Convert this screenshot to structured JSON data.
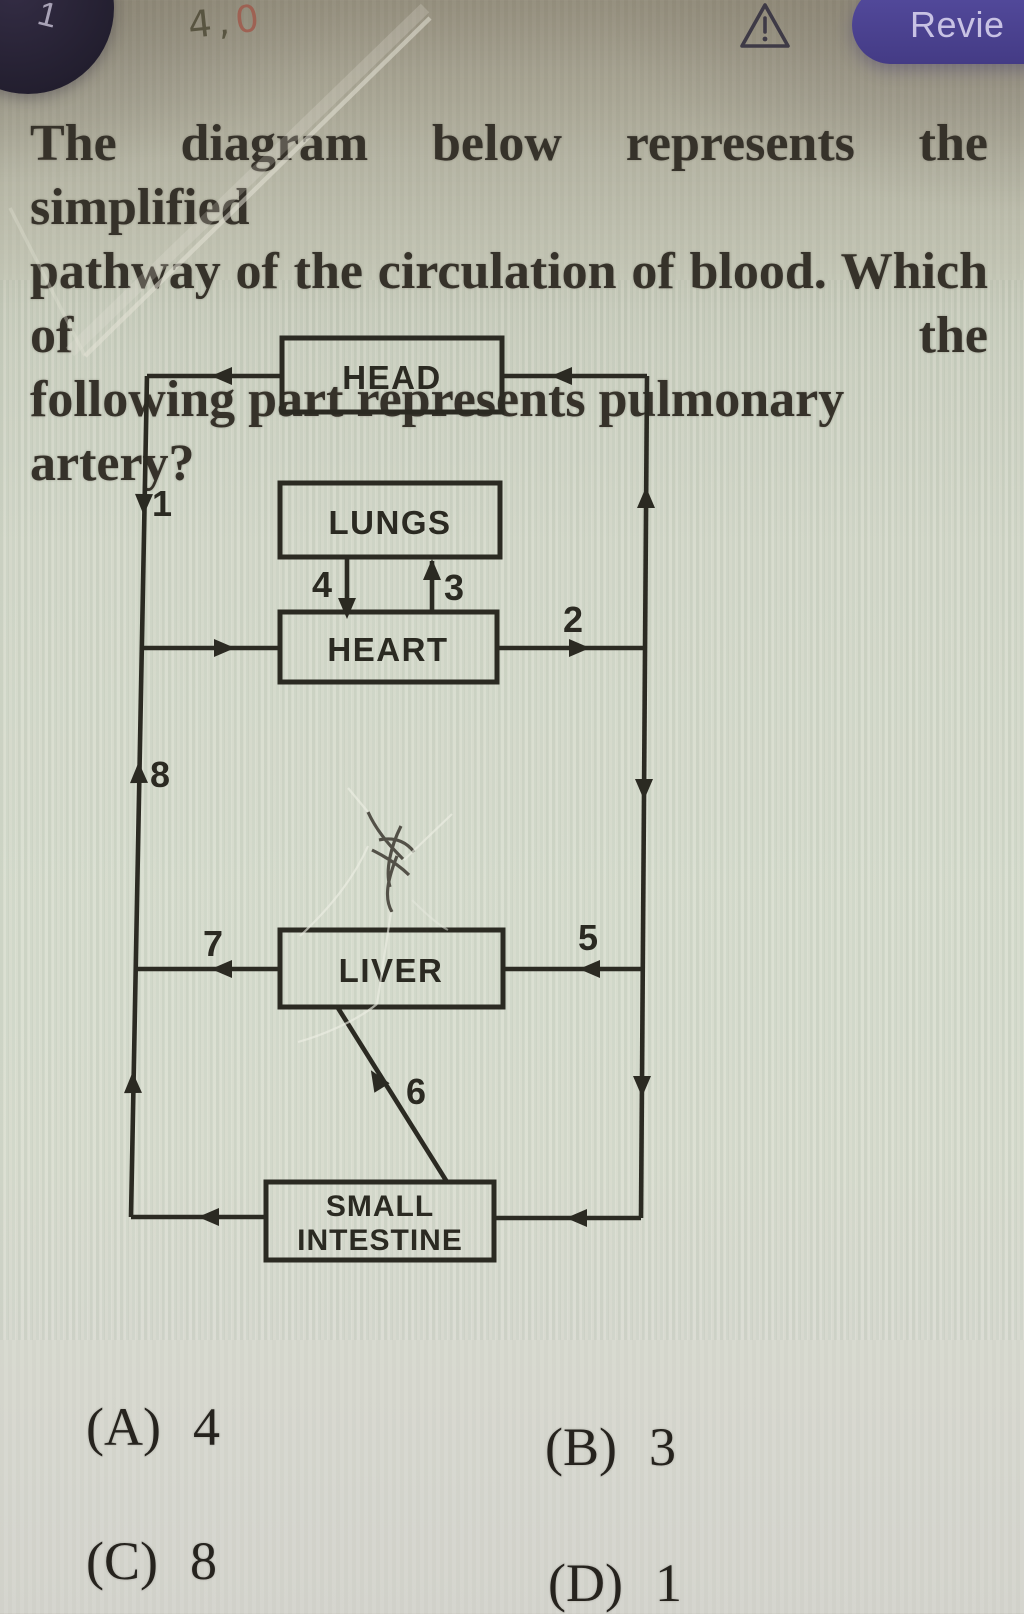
{
  "header": {
    "question_number": "1",
    "note_dark": "4,",
    "note_red": "0",
    "review_button_label": "Revie"
  },
  "question": {
    "line1": "The diagram below represents the simplified",
    "line2": "pathway of the circulation of blood. Which of the",
    "line3": "following part represents pulmonary artery?"
  },
  "diagram": {
    "type": "flow",
    "description": "blood circulation pathway",
    "nodes": {
      "head": "HEAD",
      "lungs": "LUNGS",
      "heart": "HEART",
      "liver": "LIVER",
      "small_intestine_line1": "SMALL",
      "small_intestine_line2": "INTESTINE"
    },
    "arrow_labels": {
      "a1": "1",
      "a2": "2",
      "a3": "3",
      "a4": "4",
      "a5": "5",
      "a6": "6",
      "a7": "7",
      "a8": "8"
    }
  },
  "options": [
    {
      "key": "(A)",
      "value": "4"
    },
    {
      "key": "(B)",
      "value": "3"
    },
    {
      "key": "(C)",
      "value": "8"
    },
    {
      "key": "(D)",
      "value": "1"
    }
  ],
  "colors": {
    "accent_button": "#4c4396",
    "diagram_ink": "#2b2a22",
    "question_ink": "#36322a",
    "badge_bg": "#262130"
  }
}
